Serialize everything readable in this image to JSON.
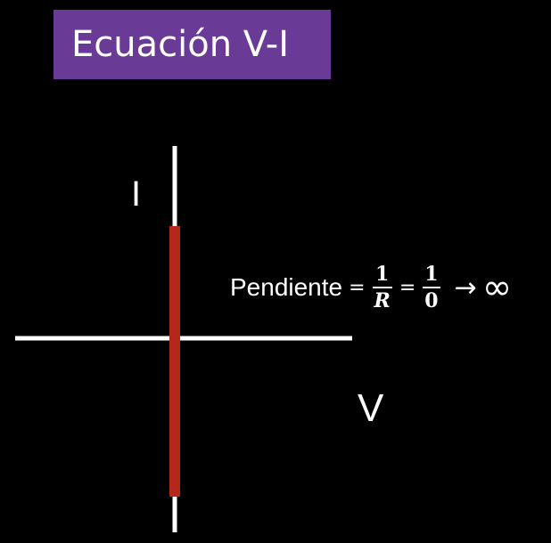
{
  "title": "Ecuación V-I",
  "colors": {
    "title_bg": "#6a3b96",
    "axis": "#ffffff",
    "line": "#b5271b",
    "background": "#000000"
  },
  "axes": {
    "y_label": "I",
    "x_label": "V"
  },
  "formula": {
    "word": "Pendiente",
    "eq1": "=",
    "frac1_num": "1",
    "frac1_den": "R",
    "eq2": "=",
    "frac2_num": "1",
    "frac2_den": "0",
    "arrow": "→",
    "limit": "∞"
  }
}
